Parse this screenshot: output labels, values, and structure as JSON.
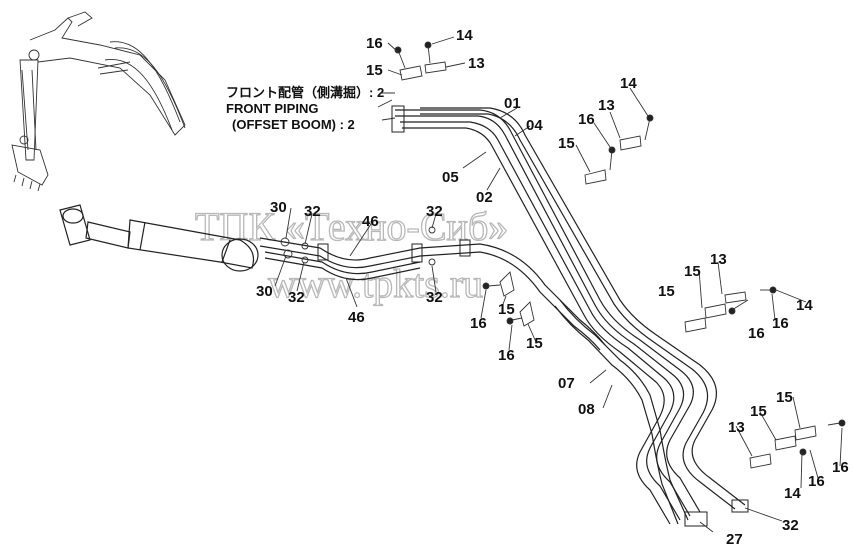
{
  "header": {
    "line1": "フロント配管（側溝掘）: 2",
    "line2": "FRONT PIPING",
    "line3": "(OFFSET BOOM) : 2"
  },
  "watermark": {
    "line1": "ТПК «Техно-Сиб»",
    "line2": "www.tpkts.ru"
  },
  "callouts": {
    "c16a": "16",
    "c14a": "14",
    "c15a": "15",
    "c13a": "13",
    "c14b": "14",
    "c13b": "13",
    "c16b": "16",
    "c15b": "15",
    "c01": "01",
    "c04": "04",
    "c05": "05",
    "c02": "02",
    "c30a": "30",
    "c32a": "32",
    "c46a": "46",
    "c32b": "32",
    "c30b": "30",
    "c32c": "32",
    "c46b": "46",
    "c32d": "32",
    "c15c": "15",
    "c16c": "16",
    "c16d": "16",
    "c15d": "15",
    "c15e": "15",
    "c13c": "13",
    "c15f": "15",
    "c14c": "14",
    "c16e": "16",
    "c16f": "16",
    "c07": "07",
    "c08": "08",
    "c15g": "15",
    "c15h": "15",
    "c13d": "13",
    "c14d": "14",
    "c16g": "16",
    "c16h": "16",
    "c27": "27",
    "c32e": "32"
  }
}
